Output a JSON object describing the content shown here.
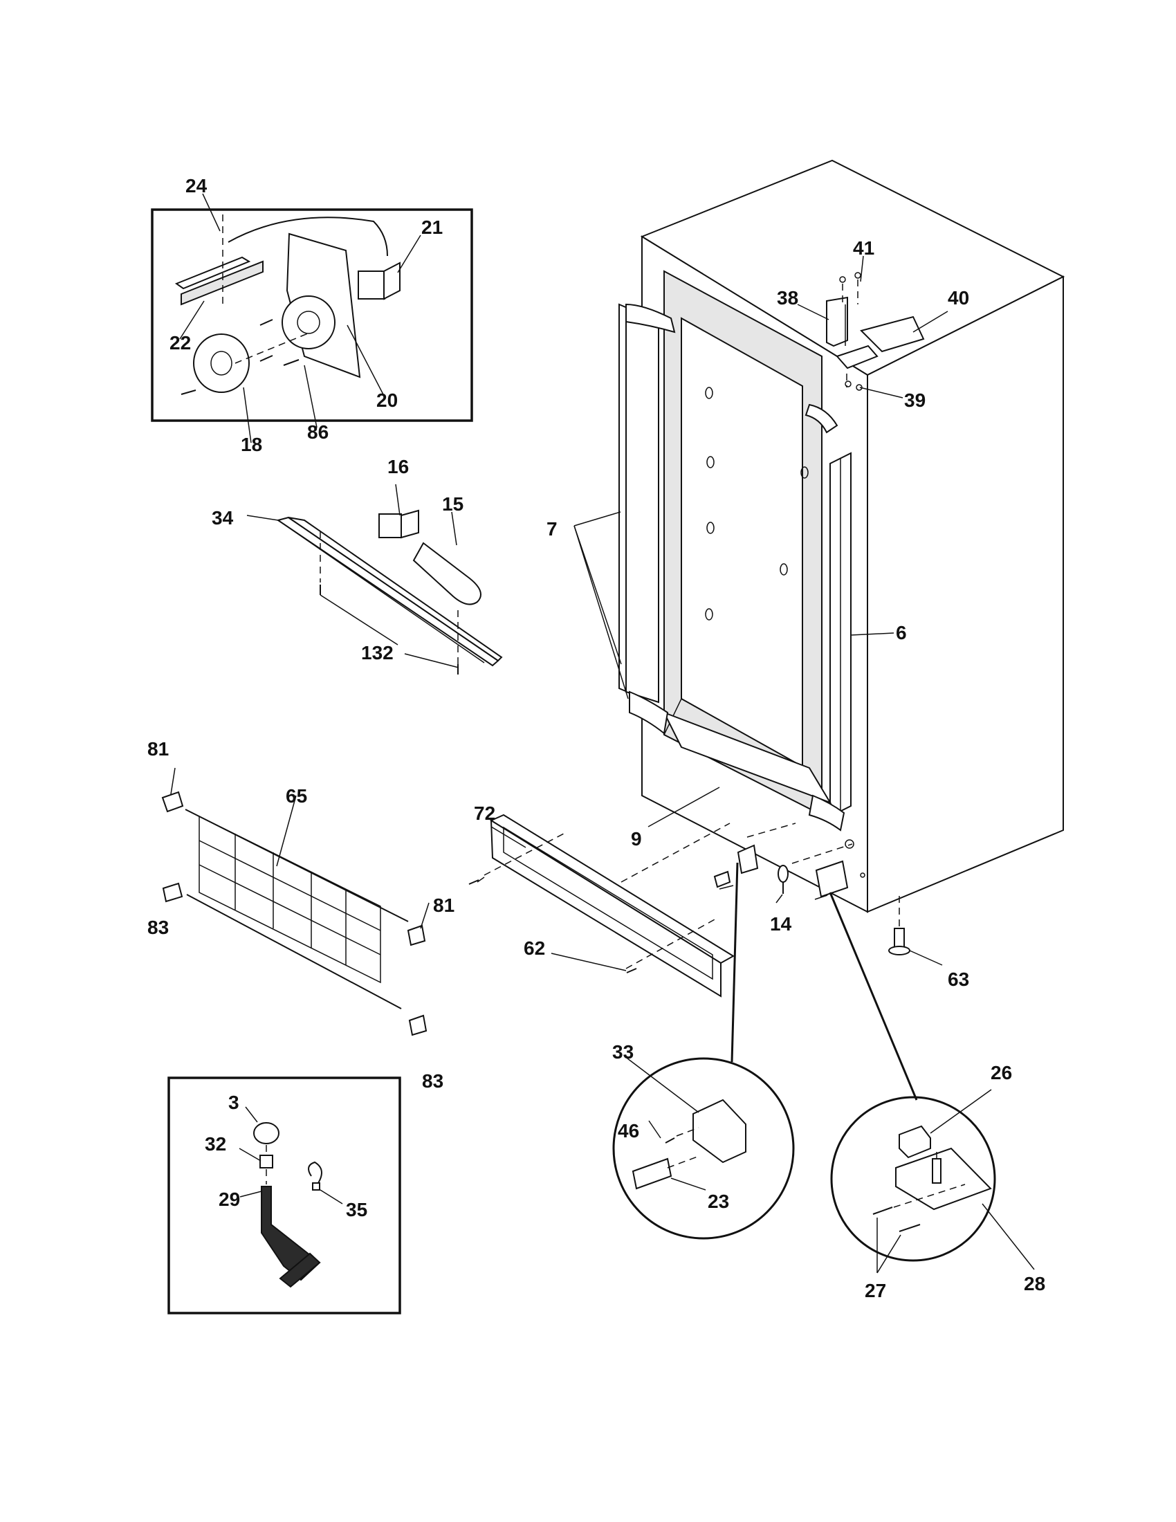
{
  "labels": {
    "p3": "3",
    "p6": "6",
    "p7": "7",
    "p9": "9",
    "p14": "14",
    "p15": "15",
    "p16": "16",
    "p18": "18",
    "p20": "20",
    "p21": "21",
    "p22": "22",
    "p23": "23",
    "p24": "24",
    "p26": "26",
    "p27": "27",
    "p28": "28",
    "p29": "29",
    "p32": "32",
    "p33": "33",
    "p34": "34",
    "p35": "35",
    "p38": "38",
    "p39": "39",
    "p40": "40",
    "p41": "41",
    "p46": "46",
    "p62": "62",
    "p63": "63",
    "p65": "65",
    "p72": "72",
    "p81a": "81",
    "p81b": "81",
    "p83a": "83",
    "p83b": "83",
    "p86": "86",
    "p132": "132"
  }
}
